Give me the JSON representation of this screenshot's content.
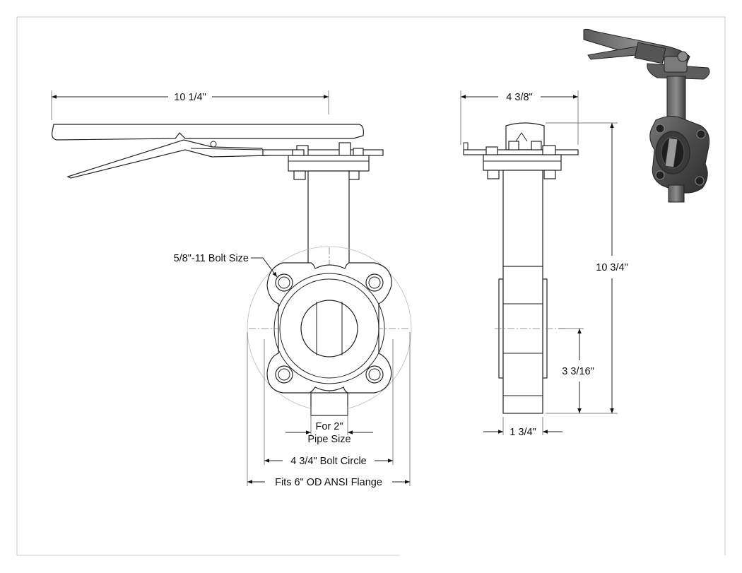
{
  "dimensions": {
    "handle_length": "10 1/4\"",
    "top_width": "4 3/8\"",
    "overall_height": "10 3/4\"",
    "center_height": "3 3/16\"",
    "body_thickness": "1 3/4\"",
    "bolt_size": "5/8\"-11 Bolt Size",
    "pipe_size_line1": "For 2\"",
    "pipe_size_line2": "Pipe Size",
    "bolt_circle": "4 3/4\" Bolt Circle",
    "flange_fit": "Fits 6\" OD ANSI Flange"
  },
  "colors": {
    "line": "#222222",
    "render_dark": "#3c3c3c",
    "render_mid": "#6e6e6e",
    "render_light": "#9a9a9a"
  }
}
